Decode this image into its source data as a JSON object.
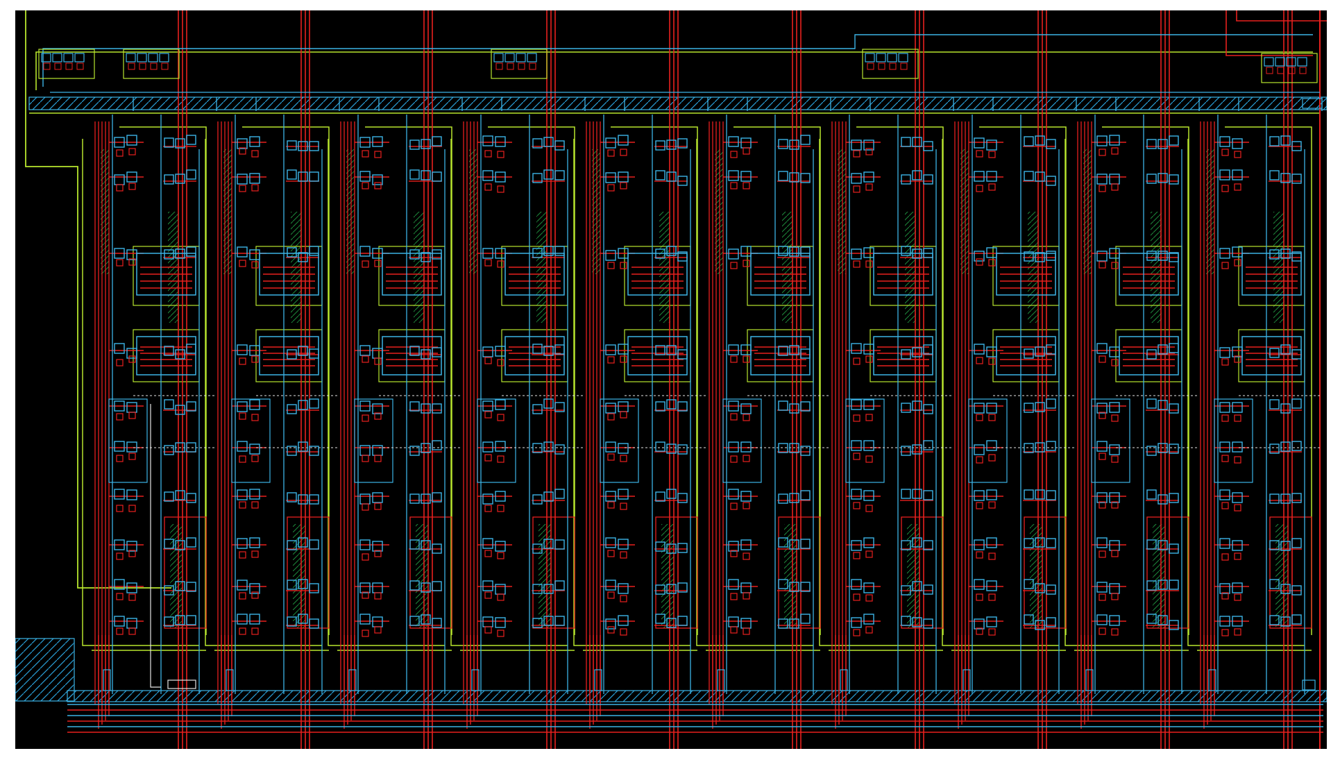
{
  "view": {
    "background": "#000000",
    "page_background": "#ffffff"
  },
  "layers": {
    "metal1": "#3cb4e6",
    "metal2": "#e8201e",
    "poly": "#b8e62e",
    "via": "#e6e6e6",
    "hatch": "#2aa0d8",
    "green_fill": "#1e8a3c"
  },
  "layout": {
    "column_count": 10,
    "rows_per_column_block": 4,
    "bus_line_count": 6
  }
}
